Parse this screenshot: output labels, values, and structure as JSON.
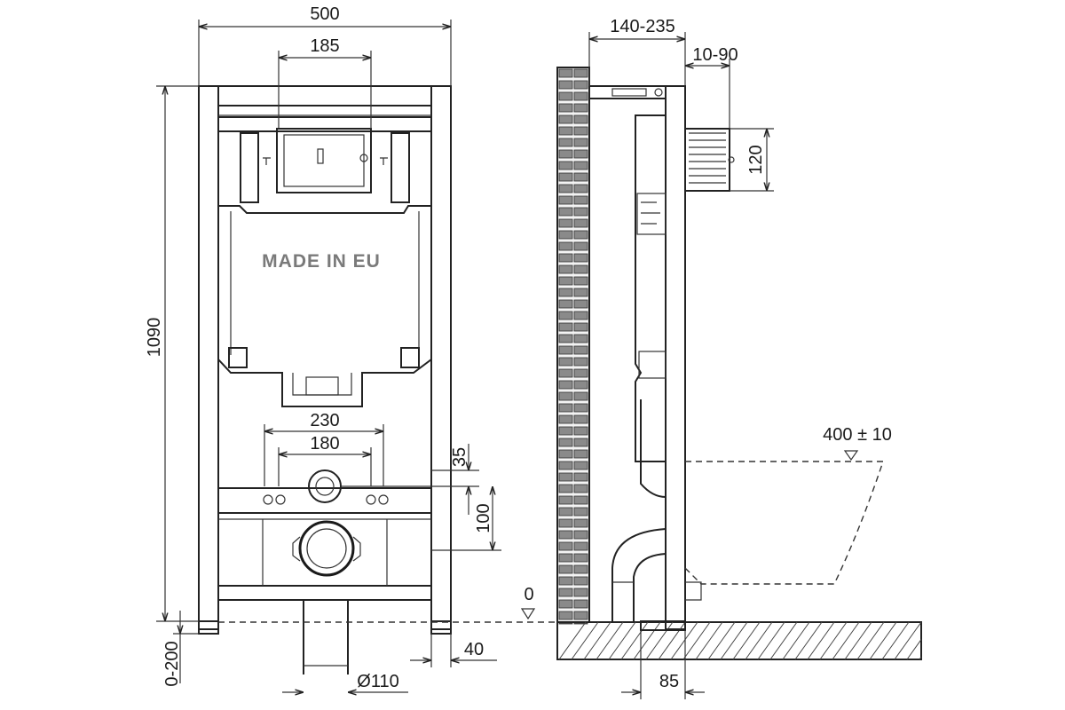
{
  "front_view": {
    "width_total": "500",
    "flush_plate_width": "185",
    "height_total": "1090",
    "foot_adjust": "0-200",
    "bolt_spacing_outer": "230",
    "bolt_spacing_inner": "180",
    "inlet_offset": "35",
    "outlet_offset": "100",
    "foot_width": "40",
    "drain_diameter": "Ø110",
    "stamp": "MADE IN EU"
  },
  "side_view": {
    "depth_range": "140-235",
    "wall_gap": "10-90",
    "panel_height": "120",
    "seat_height": "400 ± 10",
    "floor_level": "0",
    "drain_offset": "85"
  }
}
